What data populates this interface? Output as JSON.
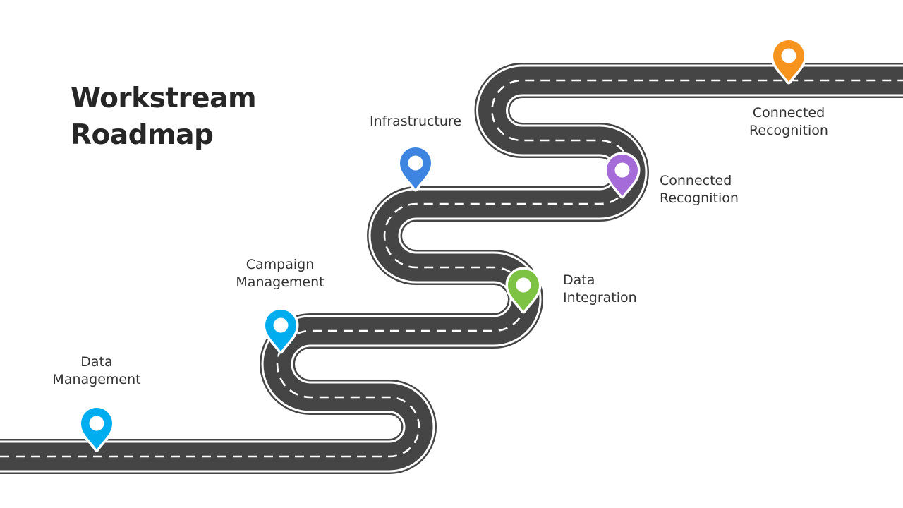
{
  "title": {
    "line1": "Workstream",
    "line2": "Roadmap"
  },
  "colors": {
    "asphalt": "#454545",
    "edge": "#ffffff",
    "dash": "#ffffff"
  },
  "milestones": [
    {
      "line1": "Data",
      "line2": "Management",
      "color": "#00AEEF",
      "icon": "map-pin-icon"
    },
    {
      "line1": "Campaign",
      "line2": "Management",
      "color": "#00AEEF",
      "icon": "map-pin-icon"
    },
    {
      "line1": "Data",
      "line2": "Integration",
      "color": "#7DC242",
      "icon": "map-pin-icon"
    },
    {
      "line1": "Infrastructure",
      "line2": "",
      "color": "#3D85E0",
      "icon": "map-pin-icon"
    },
    {
      "line1": "Connected",
      "line2": "Recognition",
      "color": "#A56BD8",
      "icon": "map-pin-icon"
    },
    {
      "line1": "Connected",
      "line2": "Recognition",
      "color": "#F7941D",
      "icon": "map-pin-icon"
    }
  ]
}
